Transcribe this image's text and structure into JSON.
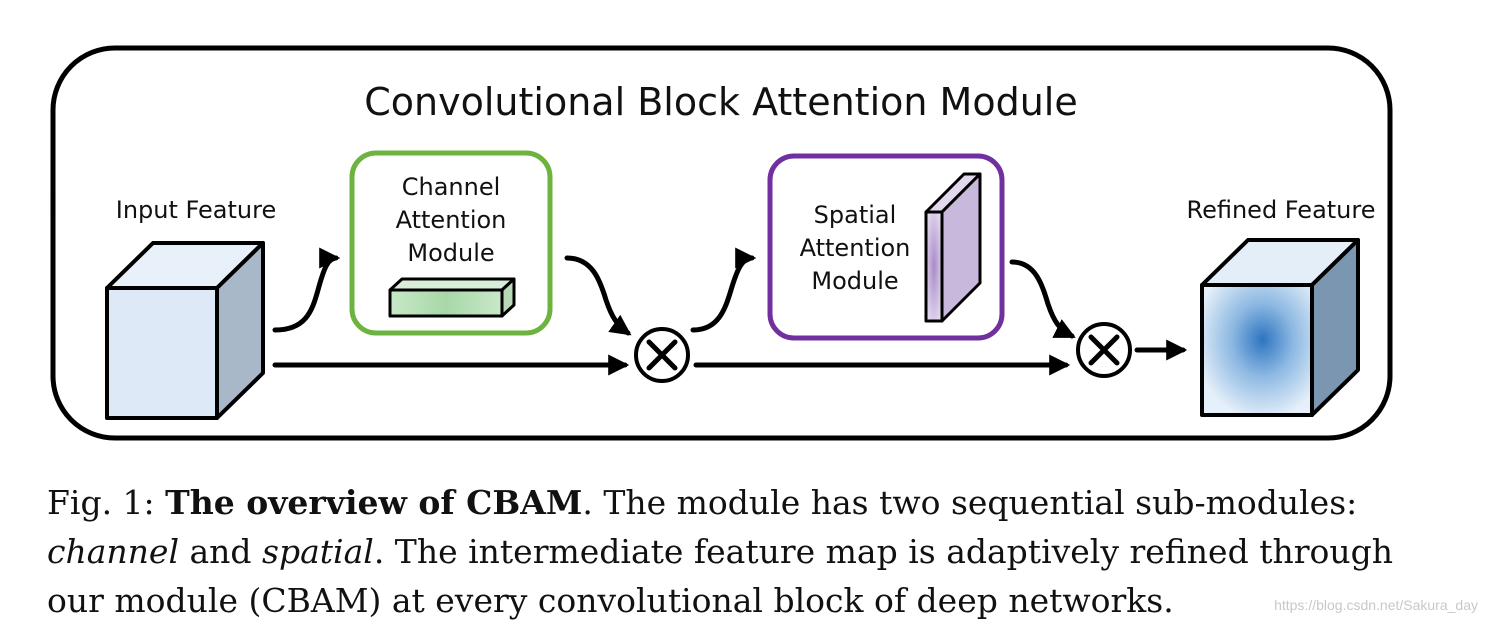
{
  "diagram": {
    "title": "Convolutional Block Attention Module",
    "input_label": "Input Feature",
    "channel_module": {
      "line1": "Channel",
      "line2": "Attention",
      "line3": "Module",
      "border_color": "#6db33f"
    },
    "spatial_module": {
      "line1": "Spatial",
      "line2": "Attention",
      "line3": "Module",
      "border_color": "#7030a0"
    },
    "output_label": "Refined Feature",
    "multiply_symbol": "⊗"
  },
  "caption": {
    "prefix": "Fig. 1: ",
    "bold": "The overview of CBAM",
    "after_bold": ". The module has two sequential sub-modules: ",
    "italic1": "channel",
    "and": " and ",
    "italic2": "spatial",
    "rest": ". The intermediate feature map is adaptively refined through our module (CBAM) at every convolutional block of deep networks."
  },
  "watermark": "https://blog.csdn.net/Sakura_day"
}
